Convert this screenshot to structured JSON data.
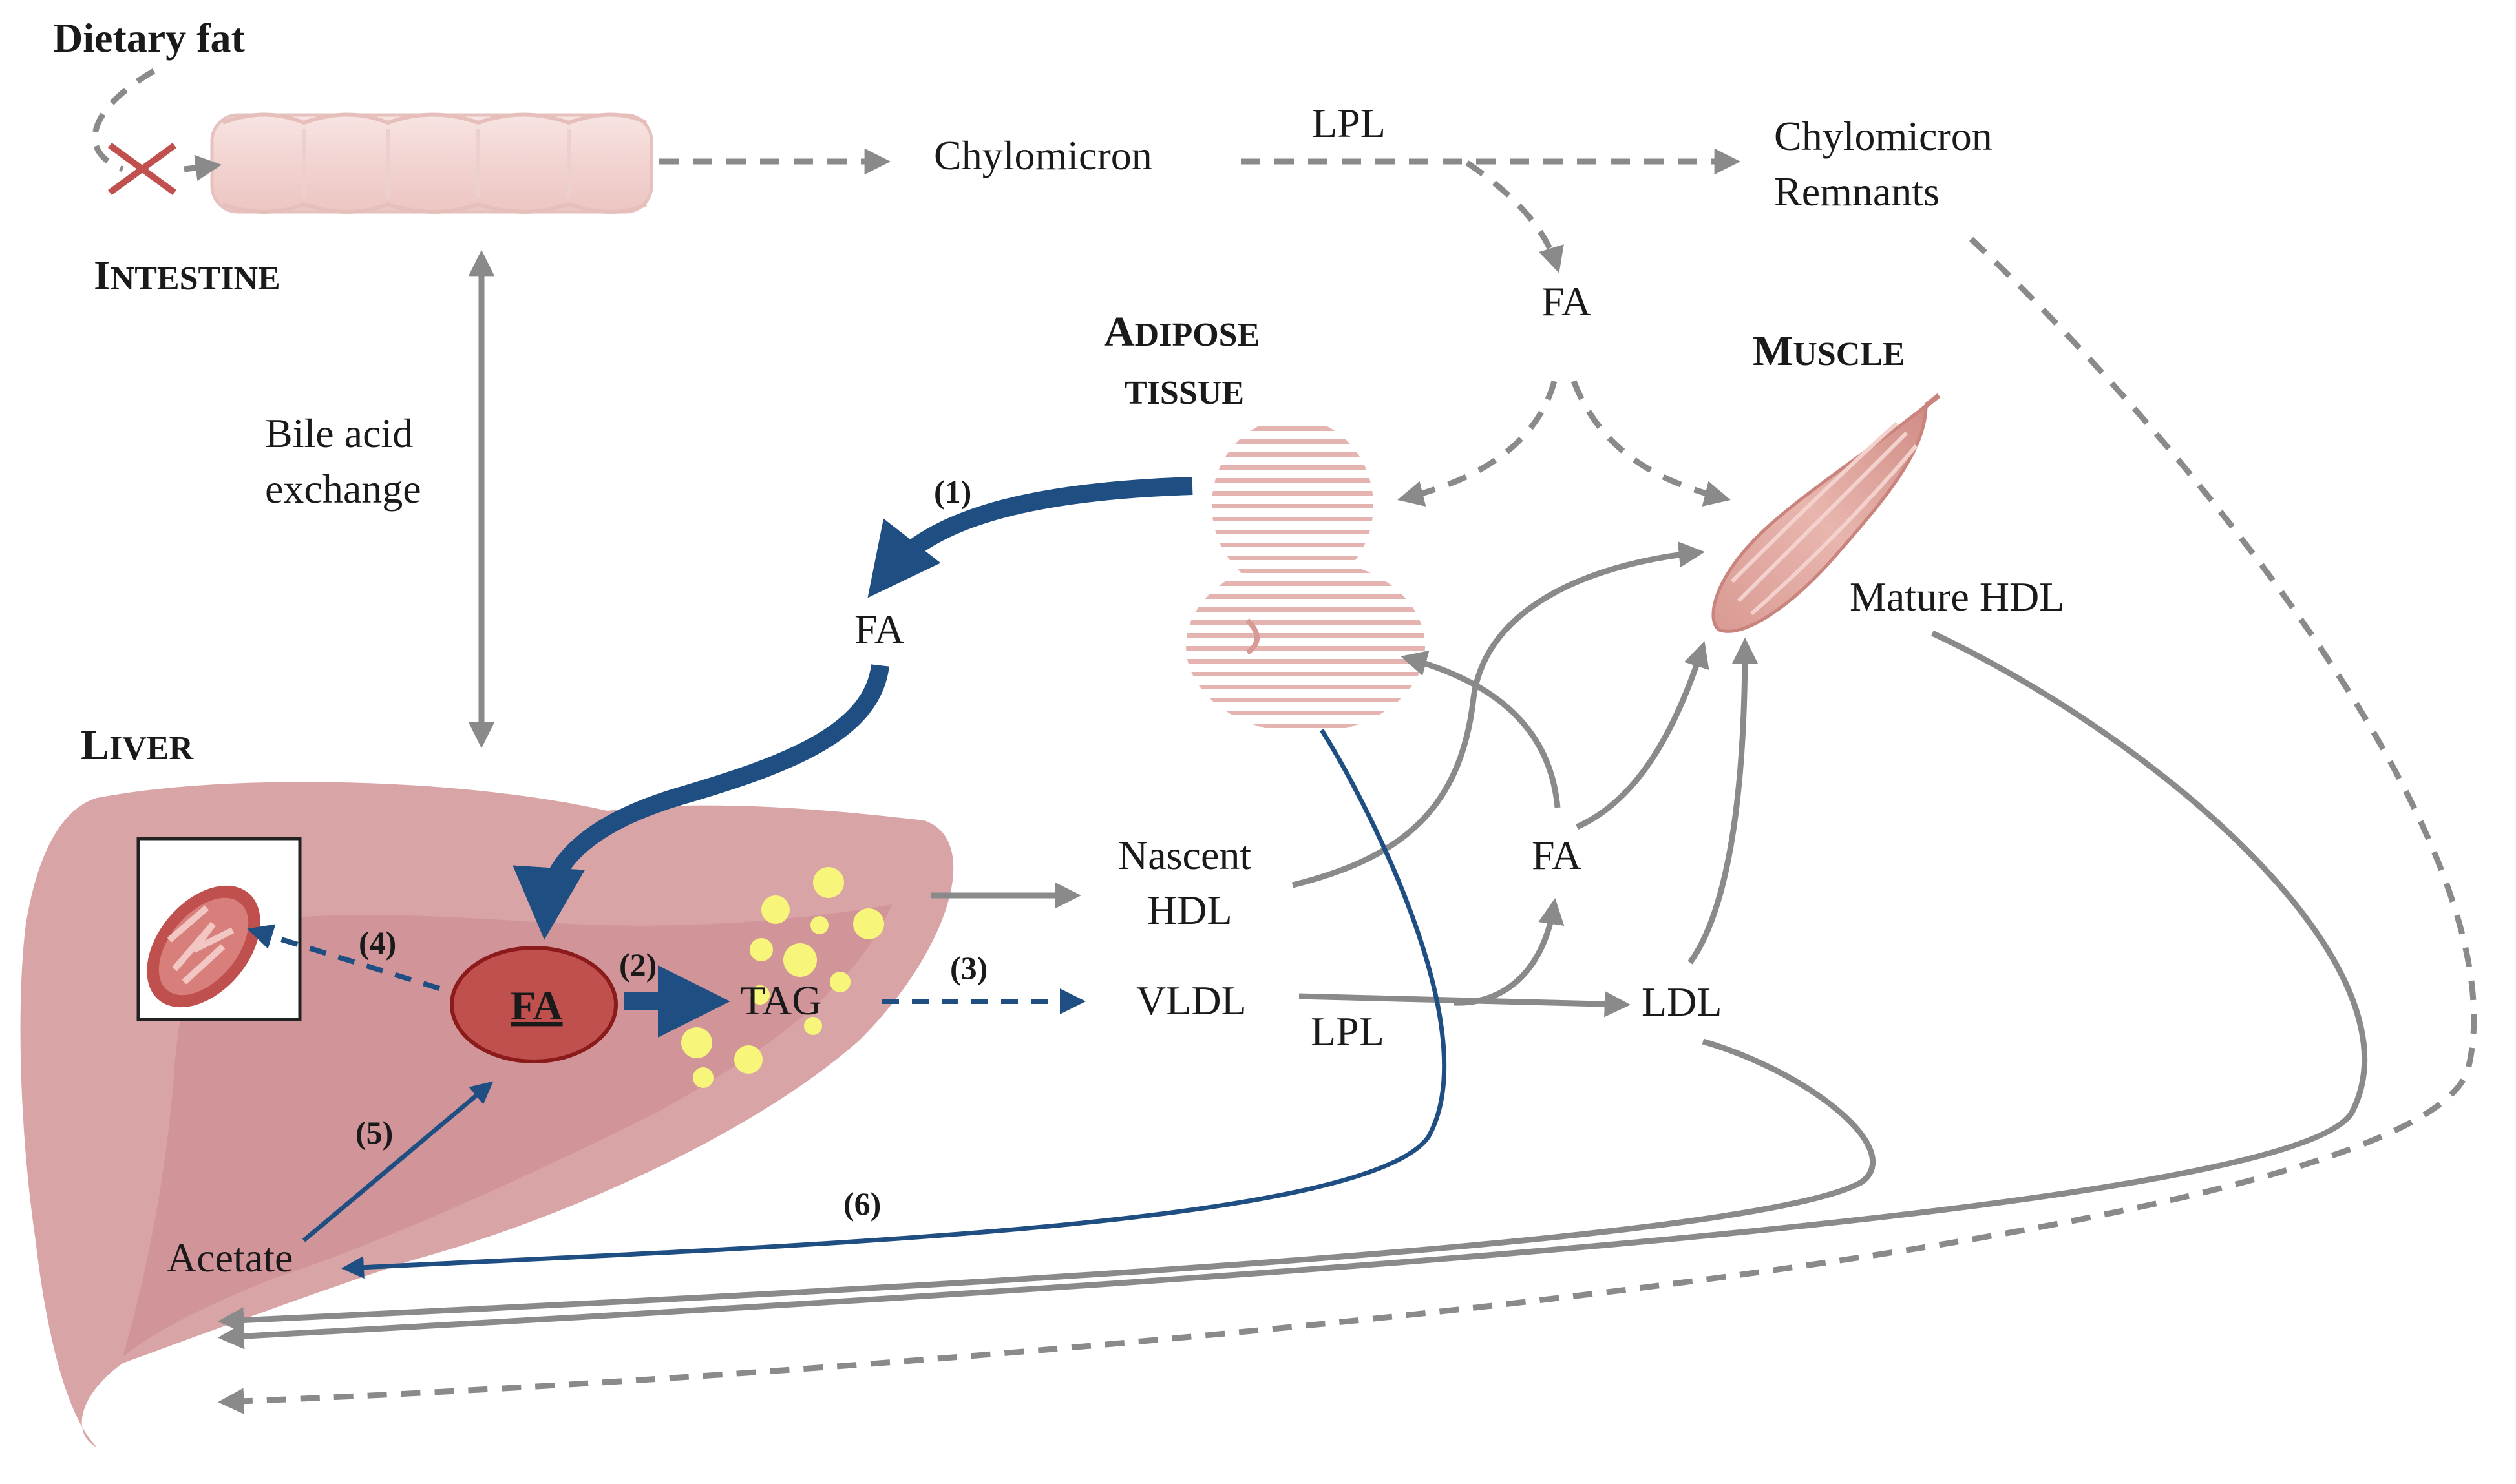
{
  "labels": {
    "dietary_fat": "Dietary fat",
    "intestine_first": "I",
    "intestine_rest": "NTESTINE",
    "chylomicron": "Chylomicron",
    "lpl_top": "LPL",
    "chylomicron_remnants_1": "Chylomicron",
    "chylomicron_remnants_2": "Remnants",
    "fa_top": "FA",
    "adipose_first": "A",
    "adipose_rest": "DIPOSE",
    "tissue": "TISSUE",
    "muscle_first": "M",
    "muscle_rest": "USCLE",
    "bile_acid_1": "Bile acid",
    "bile_acid_2": "exchange",
    "fa_mid": "FA",
    "liver_first": "L",
    "liver_rest": "IVER",
    "nascent_hdl_1": "Nascent",
    "nascent_hdl_2": "HDL",
    "mature_hdl": "Mature HDL",
    "fa_right": "FA",
    "fa_liver": "FA",
    "tag": "TAG",
    "vldl": "VLDL",
    "lpl_bottom": "LPL",
    "ldl": "LDL",
    "acetate": "Acetate"
  },
  "steps": {
    "s1": "(1)",
    "s2": "(2)",
    "s3": "(3)",
    "s4": "(4)",
    "s5": "(5)",
    "s6": "(6)"
  },
  "colors": {
    "flow_gray": "#8a8a8a",
    "flow_blue": "#1f4e82",
    "liver": "#d8a0a2",
    "liver_dark": "#cf9194",
    "fa_node": "#c0504d",
    "lipid_droplets": "#f7f57a",
    "blocked_cross": "#c0504d"
  },
  "icons": [
    "intestine-icon",
    "blocked-absorption-icon",
    "adipose-tissue-icon",
    "muscle-icon",
    "mitochondrion-icon",
    "liver-shape"
  ]
}
